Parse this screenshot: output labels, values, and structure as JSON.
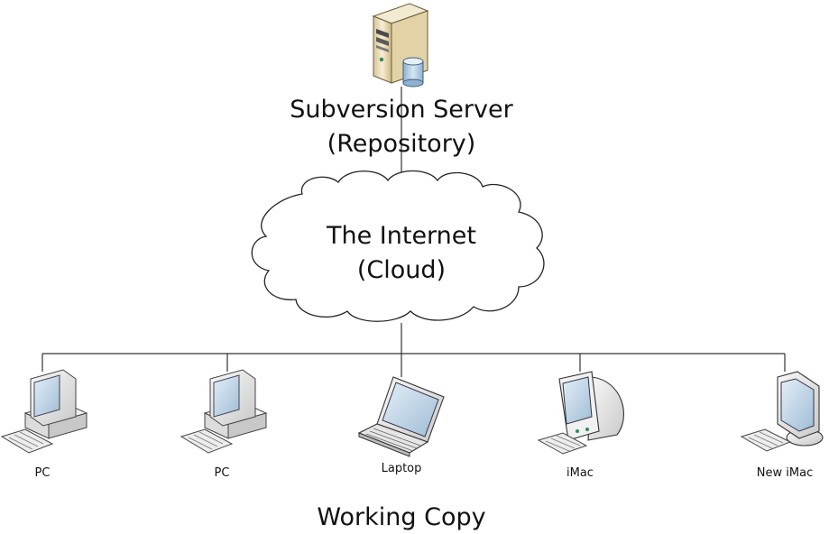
{
  "server": {
    "label_line1": "Subversion Server",
    "label_line2": "(Repository)",
    "icon": "server-with-database-icon"
  },
  "cloud": {
    "label_line1": "The Internet",
    "label_line2": "(Cloud)",
    "icon": "cloud-icon"
  },
  "clients": [
    {
      "label": "PC",
      "icon": "desktop-pc-icon"
    },
    {
      "label": "PC",
      "icon": "desktop-pc-icon"
    },
    {
      "label": "Laptop",
      "icon": "laptop-icon"
    },
    {
      "label": "iMac",
      "icon": "imac-icon"
    },
    {
      "label": "New iMac",
      "icon": "new-imac-icon"
    }
  ],
  "footer": {
    "label": "Working Copy"
  },
  "colors": {
    "wire": "#333333",
    "device_body": "#e9e9e9",
    "device_screen": "#bcd3e6",
    "server_tan": "#efe3c4",
    "db_blue": "#a9c6e0"
  }
}
